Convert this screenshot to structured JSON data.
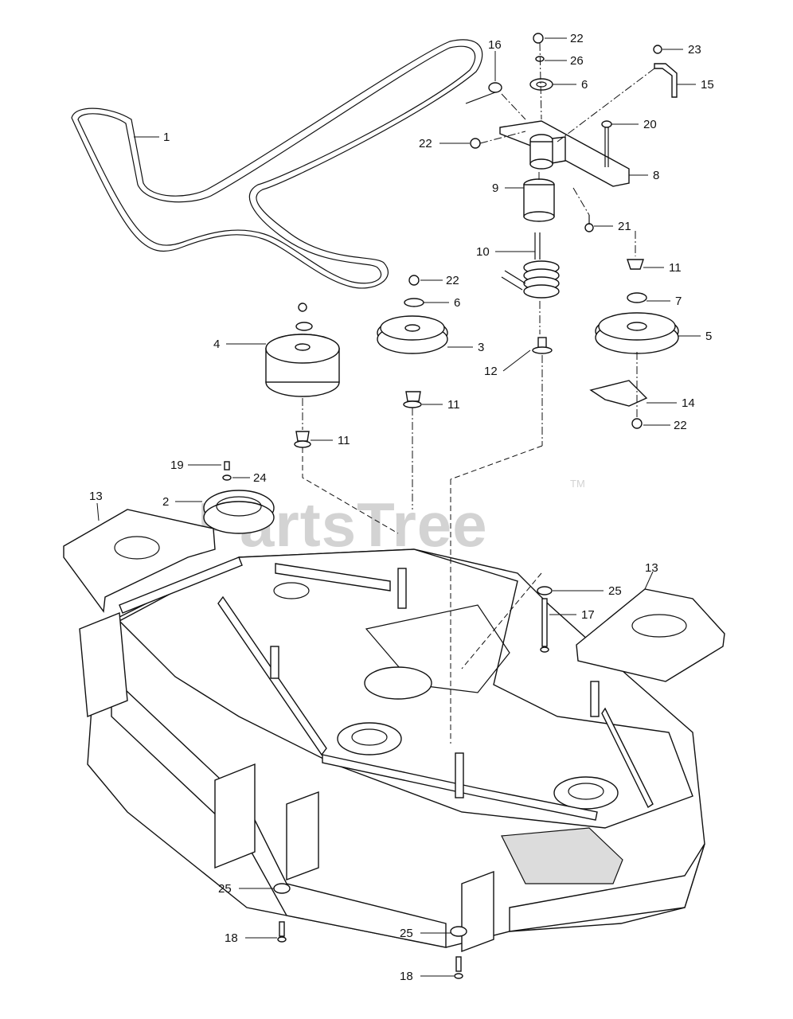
{
  "watermark": {
    "text": "PartsTree",
    "trademark": "TM"
  },
  "callouts": [
    "1",
    "2",
    "3",
    "4",
    "5",
    "6",
    "6",
    "7",
    "8",
    "9",
    "10",
    "11",
    "11",
    "11",
    "12",
    "13",
    "13",
    "14",
    "15",
    "16",
    "17",
    "18",
    "18",
    "19",
    "20",
    "21",
    "22",
    "22",
    "22",
    "22",
    "23",
    "24",
    "25",
    "25",
    "25",
    "26"
  ],
  "colors": {
    "line": "#111111",
    "watermark": "#d3d3d3",
    "background": "#ffffff"
  }
}
